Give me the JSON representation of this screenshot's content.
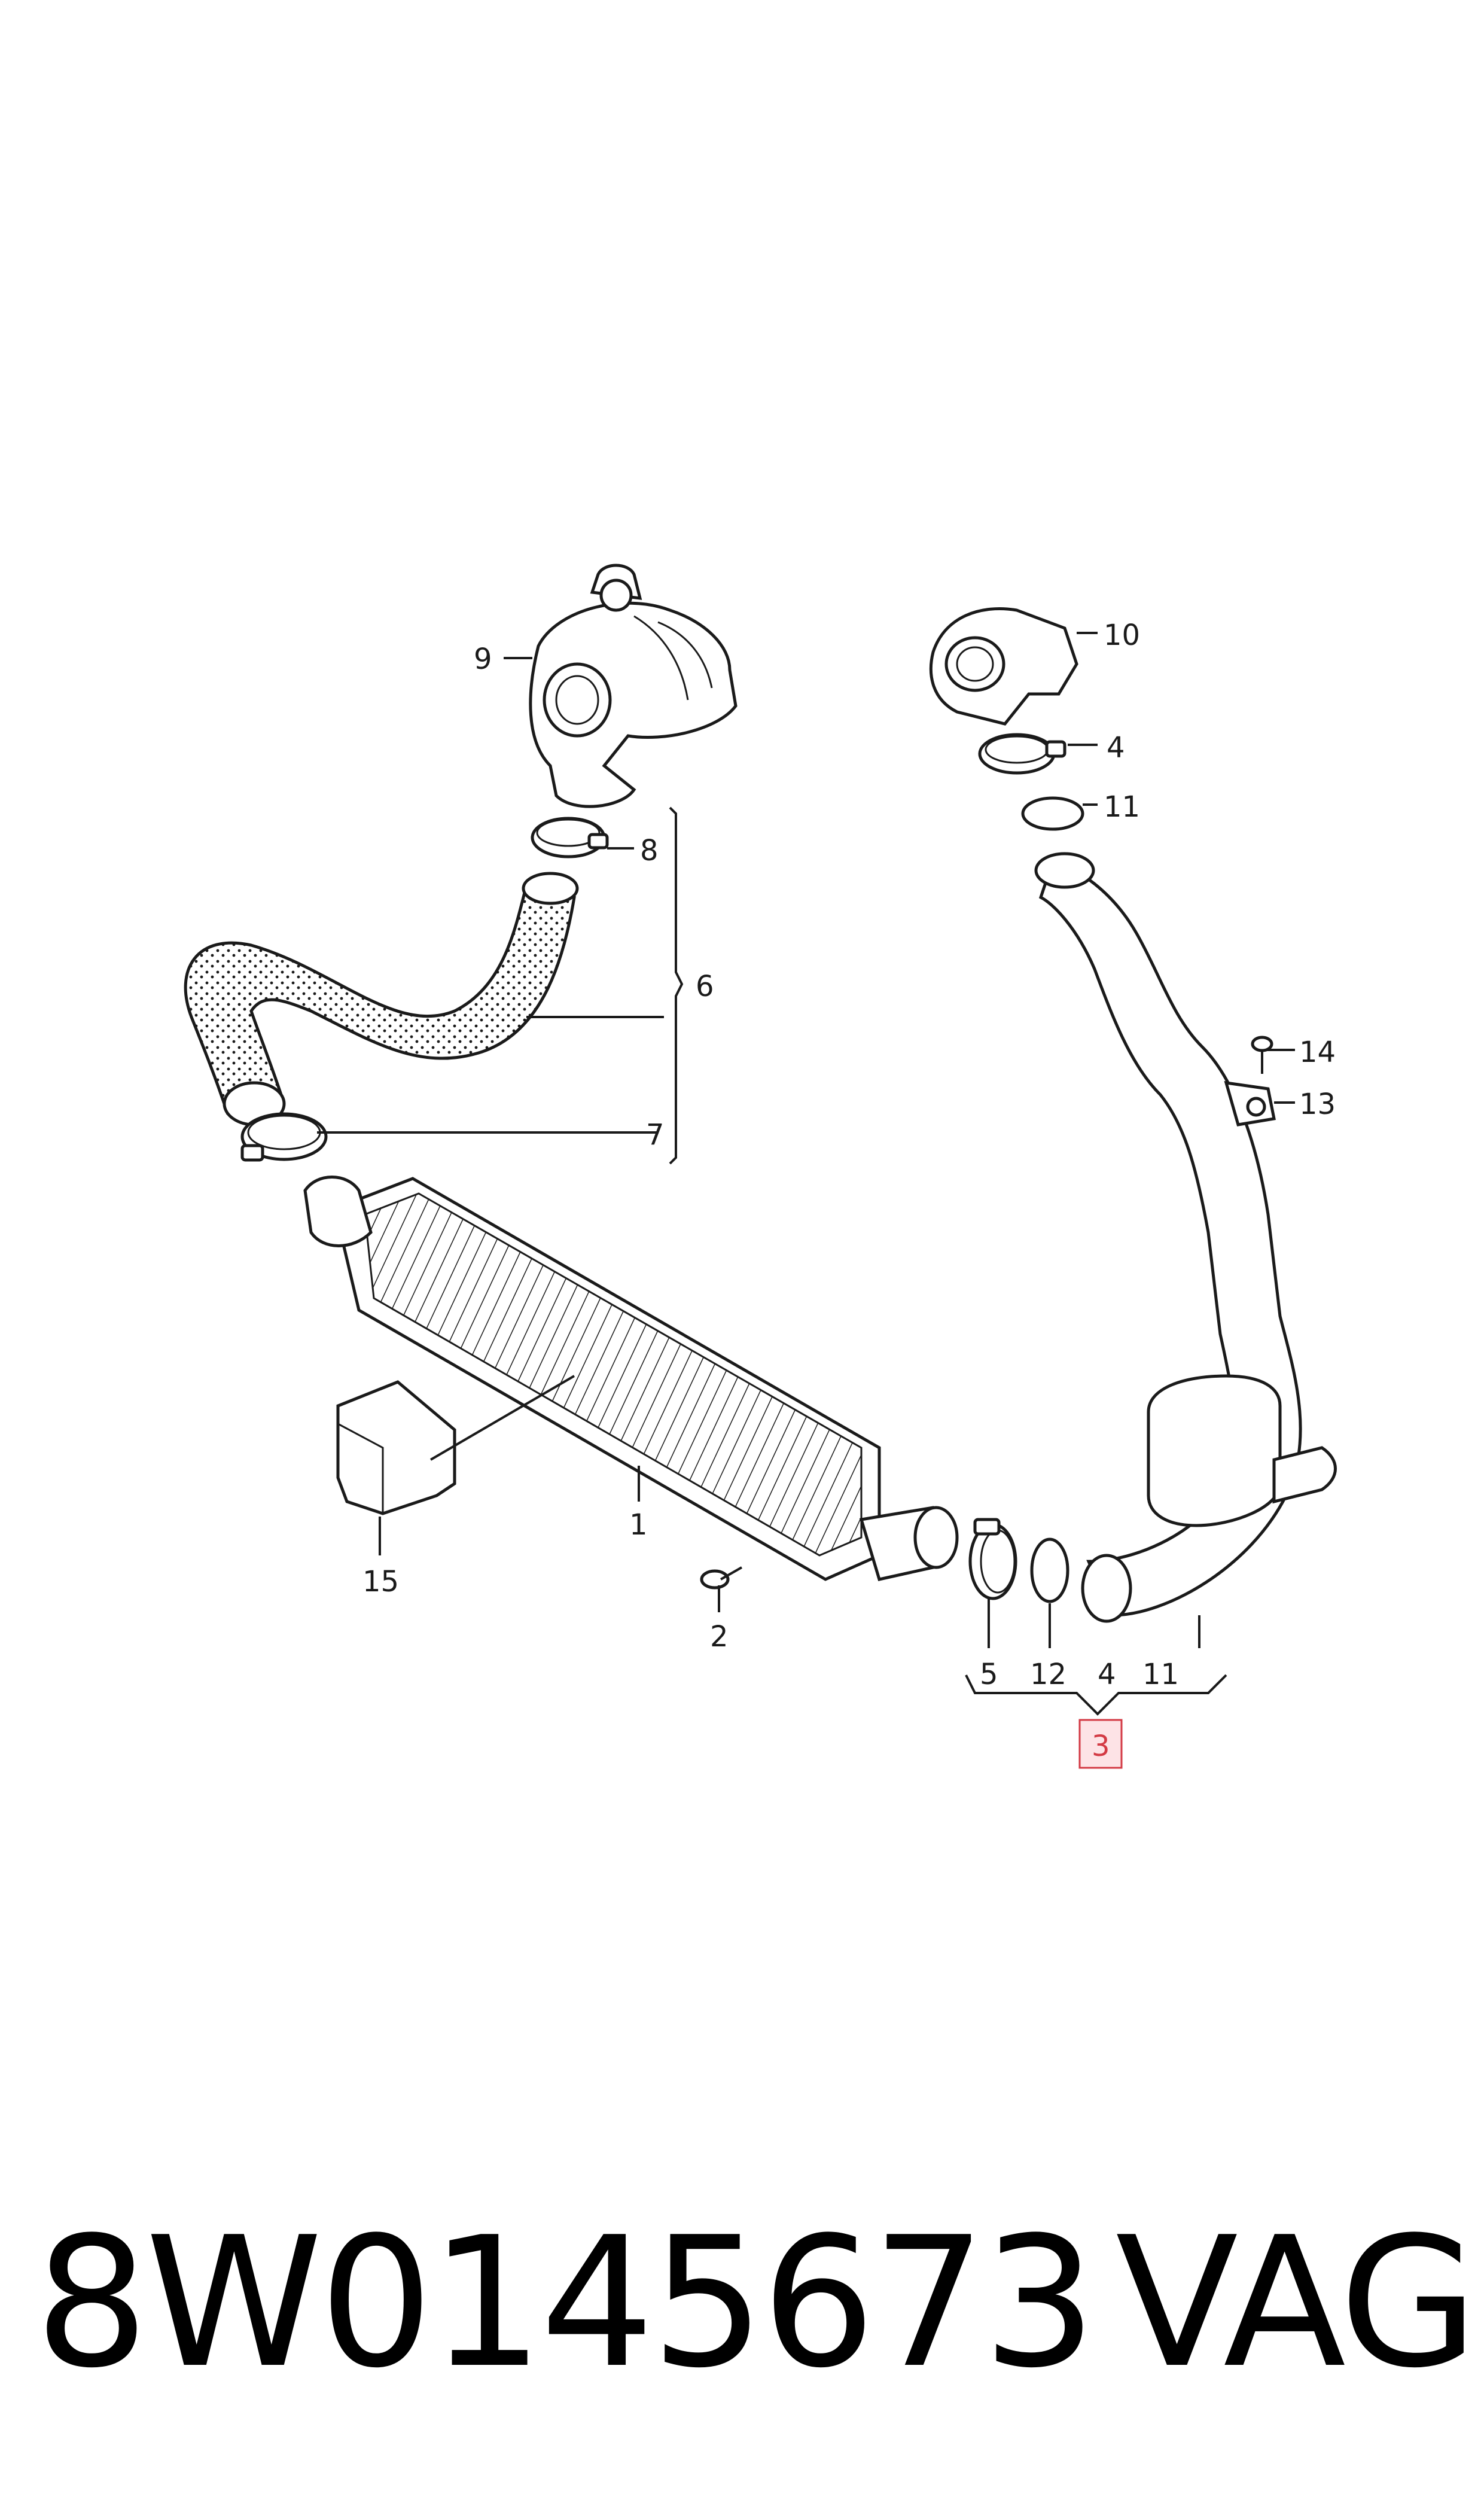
{
  "callouts": {
    "c1": "1",
    "c2": "2",
    "c3": "3",
    "c4a": "4",
    "c4b": "4",
    "c5": "5",
    "c6": "6",
    "c7": "7",
    "c8": "8",
    "c9": "9",
    "c10": "10",
    "c11a": "11",
    "c11b": "11",
    "c12": "12",
    "c13": "13",
    "c14": "14",
    "c15": "15"
  },
  "highlight": {
    "part": "3",
    "color": "#d33a44",
    "fill": "#fde3e6"
  },
  "footer": {
    "part_number": "8W0145673",
    "brand": "VAG"
  }
}
